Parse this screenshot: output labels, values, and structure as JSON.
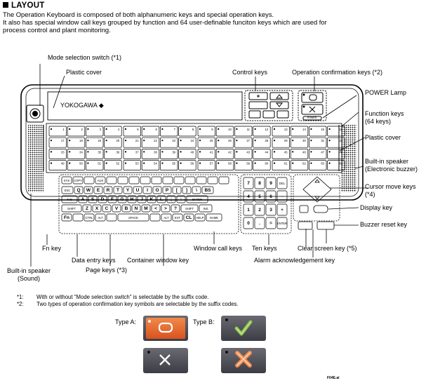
{
  "title": "LAYOUT",
  "intro": [
    "The Operation Keyboard is composed of both alphanumeric keys and special operation keys.",
    "It also has special window call keys grouped by function and 64 user-definable funciton keys which are used for",
    "process control and plant monitoring."
  ],
  "labels": {
    "mode_switch": "Mode selection switch (*1)",
    "plastic_cover_top": "Plastic cover",
    "control_keys": "Control keys",
    "op_confirm": "Operation confirmation keys (*2)",
    "power_lamp": "POWER Lamp",
    "function_keys_1": "Function keys",
    "function_keys_2": "(64 keys)",
    "plastic_cover_right": "Plastic cover",
    "speaker_right_1": "Built-in speaker",
    "speaker_right_2": "(Electronic buzzer)",
    "cursor_keys_1": "Cursor move keys",
    "cursor_keys_2": "(*4)",
    "display_key": "Display key",
    "buzzer_reset": "Buzzer reset key",
    "fn_key": "Fn key",
    "data_entry": "Data entry keys",
    "page_keys": "Page keys (*3)",
    "container_window": "Container window key",
    "window_call": "Window call keys",
    "ten_keys": "Ten keys",
    "clear_screen": "Clear screen key (*5)",
    "alarm_ack": "Alarm acknowledgement key",
    "speaker_left_1": "Built-in speaker",
    "speaker_left_2": "(Sound)"
  },
  "keyboard": {
    "brand": "YOKOGAWA",
    "power_text": "POWER",
    "row1": [
      "ESC",
      "Q",
      "W",
      "E",
      "R",
      "T",
      "Y",
      "U",
      "I",
      "O",
      "P",
      "[",
      "]",
      "\\",
      "BS"
    ],
    "row2": [
      "TAB",
      "A",
      "S",
      "D",
      "F",
      "G",
      "H",
      "J",
      "K",
      "L",
      ";",
      ":",
      "ENTER"
    ],
    "row3": [
      "SHIFT",
      "Z",
      "X",
      "C",
      "V",
      "B",
      "N",
      "M",
      "<",
      ">",
      "?",
      "SHIFT",
      "INS"
    ],
    "row4": [
      "Fn",
      "CTRL",
      "ALT",
      "SPACE",
      "ALT",
      "EXT",
      "CL",
      "HELP",
      "NAME"
    ],
    "top_row": [
      "SYS",
      "COPY",
      "AUX"
    ],
    "ten": [
      "7",
      "8",
      "9",
      "DEL",
      "4",
      "5",
      "6",
      "−",
      "1",
      "2",
      "3",
      "+",
      "0",
      ".",
      "=",
      "ENTER"
    ]
  },
  "notes": [
    {
      "mark": "*1:",
      "text": "With or without \"Mode selection switch\" is selectable by the suffix code."
    },
    {
      "mark": "*2:",
      "text": "Two types of operation confirmation key symbols are selectable by the suffix codes."
    }
  ],
  "types": {
    "a": "Type A:",
    "b": "Type B:"
  },
  "figure_id": "F04E.ai",
  "colors": {
    "type_a_accent": "#e8642a",
    "type_b_check": "#8bc34a",
    "type_b_cross": "#f08a4b",
    "key_body": "#4d4d55"
  }
}
